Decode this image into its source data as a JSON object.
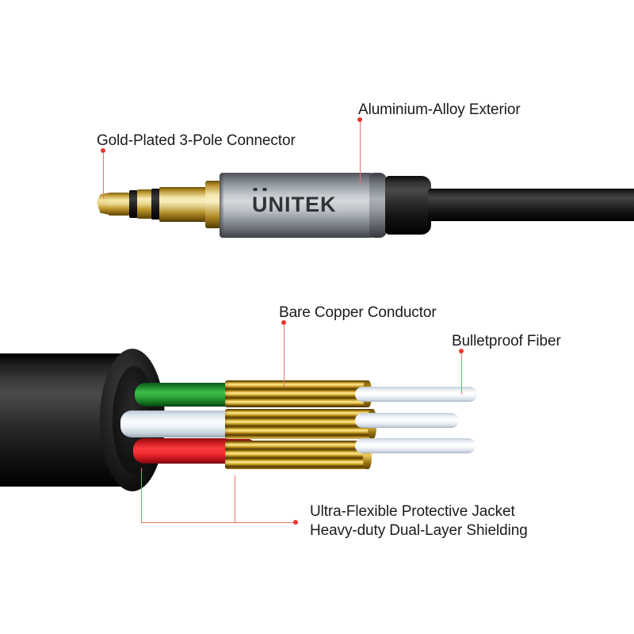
{
  "product": {
    "brand": "UNITEK",
    "brand_first_letter": "U",
    "brand_rest": "NITEK"
  },
  "diagrams": [
    {
      "name": "plug-connector",
      "callouts": [
        {
          "id": "gold-plated-connector",
          "label": "Gold-Plated 3-Pole Connector"
        },
        {
          "id": "aluminium-alloy-exterior",
          "label": "Aluminium-Alloy Exterior"
        }
      ]
    },
    {
      "name": "cable-cross-section",
      "callouts": [
        {
          "id": "bare-copper-conductor",
          "label": "Bare Copper Conductor"
        },
        {
          "id": "bulletproof-fiber",
          "label": "Bulletproof Fiber"
        },
        {
          "id": "protective-jacket",
          "label_line1": "Ultra-Flexible Protective Jacket",
          "label_line2": "Heavy-duty Dual-Layer Shielding"
        }
      ]
    }
  ],
  "wire_colors": {
    "green": "#3fbe4c",
    "white": "#fbfdff",
    "red": "#fb3a40",
    "copper": "#e8c961",
    "jacket": "#0d0d0d",
    "aluminium": "#c3c8cd",
    "gold": "#f3e6ac"
  },
  "accent": {
    "leader_line": "#e8736c",
    "leader_dot": "#e8352c"
  }
}
